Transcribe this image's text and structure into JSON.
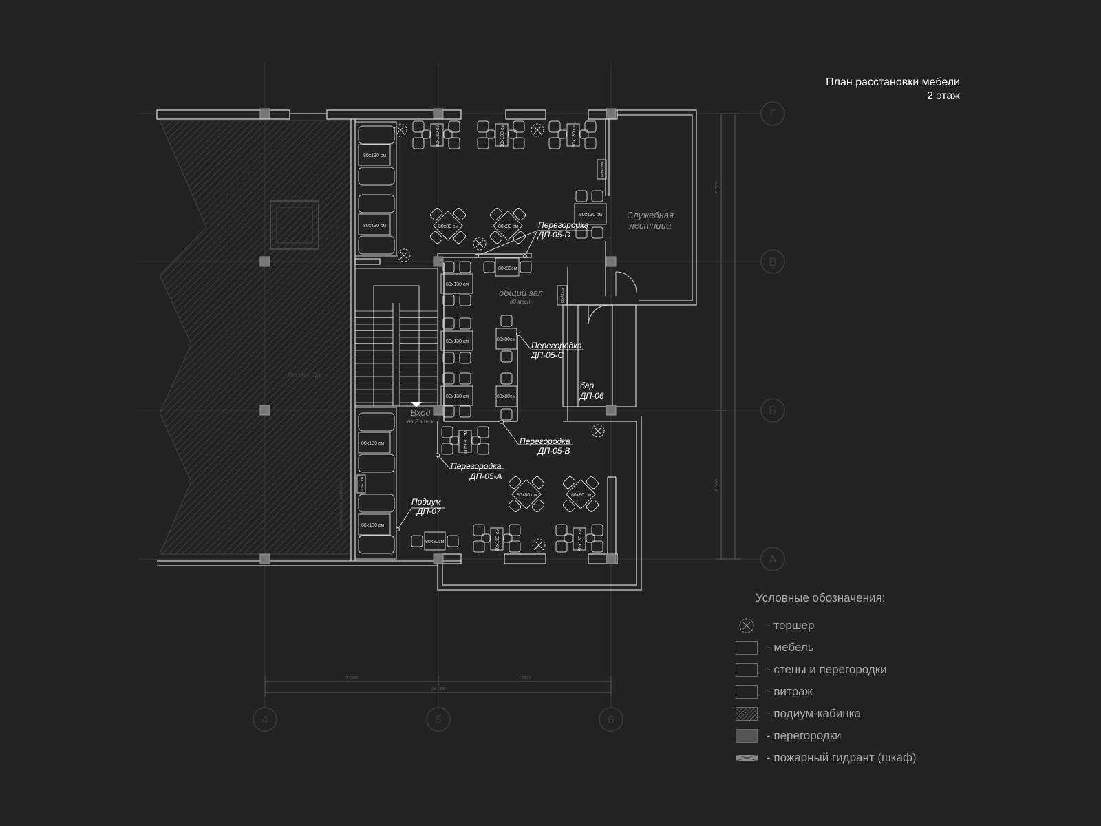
{
  "title": {
    "line1": "План расстановки мебели",
    "line2": "2 этаж"
  },
  "axes": {
    "rows": [
      "Г",
      "В",
      "Б",
      "А"
    ],
    "cols": [
      "4",
      "5",
      "6"
    ]
  },
  "dimensions": {
    "span_left": "7 000",
    "span_right": "7 000",
    "span_total": "14 000",
    "height_top": "8 000",
    "height_bottom": "8 000"
  },
  "rooms": {
    "hall": "общий зал",
    "hall_seats": "80 мест",
    "service_stair_1": "Служебная",
    "service_stair_2": "лестница",
    "bar_1": "бар",
    "bar_2": "ДП-06",
    "entry": "Вход",
    "entry_sub": "на 2 этаж",
    "stair_left": "Лестница",
    "glazing": "витражное стекло"
  },
  "callouts": {
    "d_1": "Перегородка",
    "d_2": "ДП-05-D",
    "c_1": "Перегородка",
    "c_2": "ДП-05-С",
    "b_1": "Перегородка",
    "b_2": "ДП-05-B",
    "a_1": "Перегородка",
    "a_2": "ДП-05-А",
    "p_1": "Подиум",
    "p_2": "ДП-07"
  },
  "sizes": {
    "t130": "80x130 см",
    "t80": "80x80 см",
    "t80n": "80x80см",
    "t42": "80x42 см"
  },
  "legend": {
    "heading": "Условные обозначения:",
    "items": [
      {
        "label": "- торшер",
        "icon": "floor-lamp-icon"
      },
      {
        "label": "- мебель",
        "icon": "furniture-swatch"
      },
      {
        "label": "- стены и перегородки",
        "icon": "walls-swatch"
      },
      {
        "label": "- витраж",
        "icon": "glazing-swatch"
      },
      {
        "label": "- подиум-кабинка",
        "icon": "podium-swatch"
      },
      {
        "label": "- перегородки",
        "icon": "partitions-swatch"
      },
      {
        "label": "- пожарный гидрант (шкаф)",
        "icon": "fire-hydrant-swatch"
      }
    ]
  },
  "colors": {
    "background": "#222222",
    "line": "#d0d0d0",
    "grid": "#3a3a3a",
    "label": "#8c8c8c",
    "column_fill": "#777777"
  }
}
